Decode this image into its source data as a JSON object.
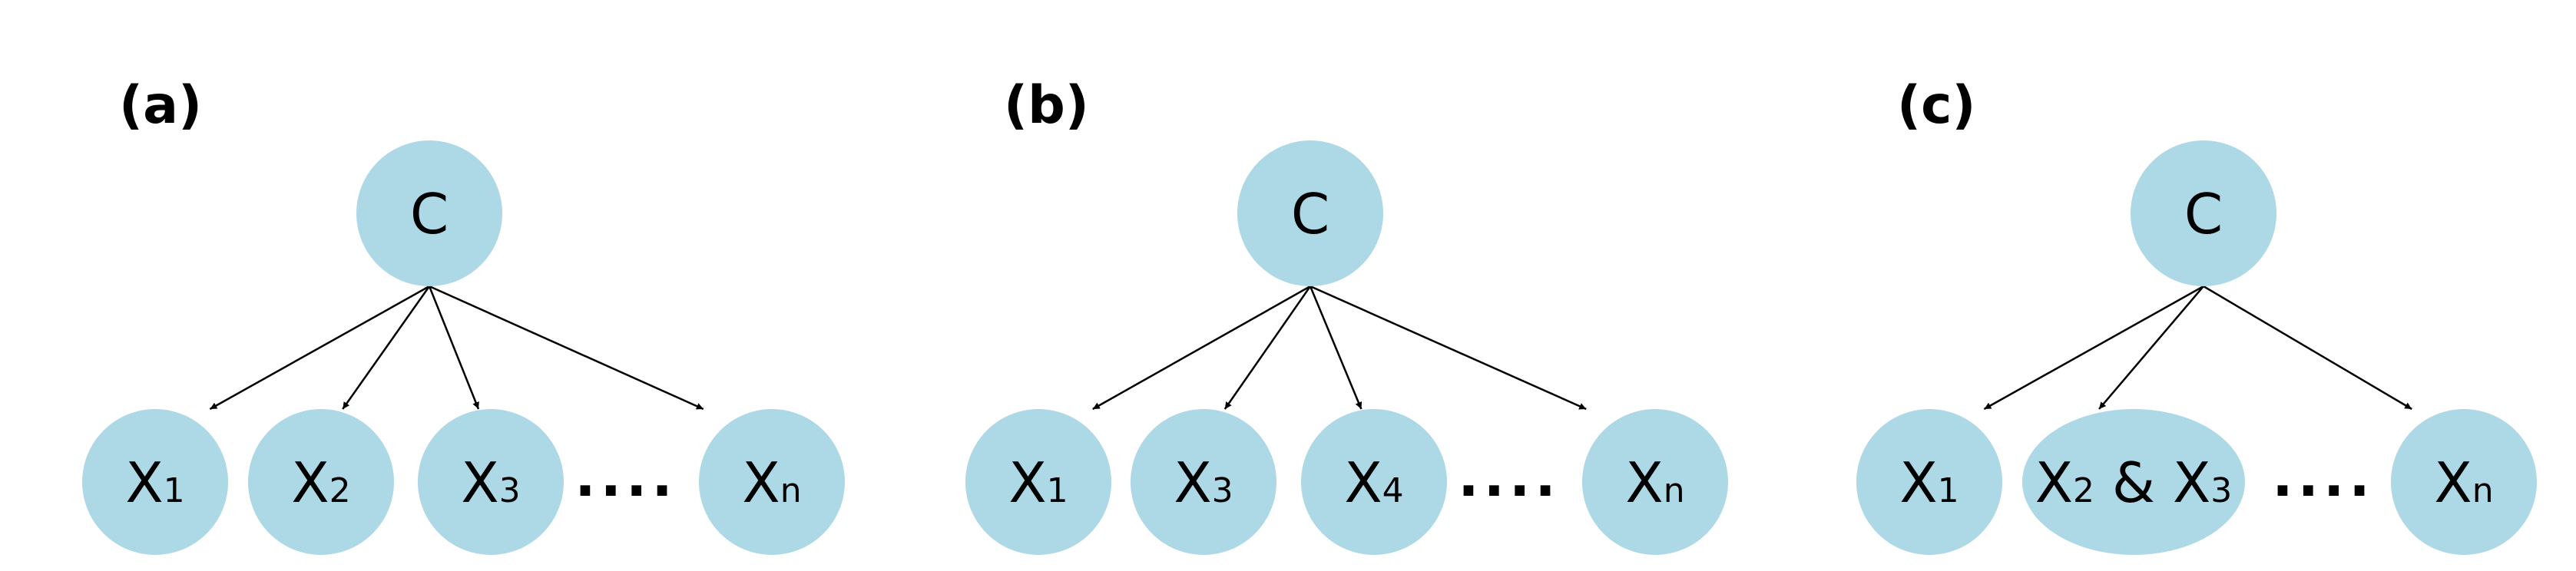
{
  "colors": {
    "node_fill": "#add8e6",
    "edge": "#000000"
  },
  "panels": [
    {
      "label": "(a)",
      "root": {
        "text": "C"
      },
      "children": [
        {
          "main": "X",
          "sub": "1",
          "shape": "circle",
          "connected": true
        },
        {
          "main": "X",
          "sub": "2",
          "shape": "circle",
          "connected": true
        },
        {
          "main": "X",
          "sub": "3",
          "shape": "circle",
          "connected": true
        },
        {
          "main": "X",
          "sub": "n",
          "shape": "circle",
          "connected": true
        }
      ],
      "ellipsis": "...."
    },
    {
      "label": "(b)",
      "root": {
        "text": "C"
      },
      "children": [
        {
          "main": "X",
          "sub": "1",
          "shape": "circle",
          "connected": true
        },
        {
          "main": "X",
          "sub": "3",
          "shape": "circle",
          "connected": true
        },
        {
          "main": "X",
          "sub": "4",
          "shape": "circle",
          "connected": true
        },
        {
          "main": "X",
          "sub": "n",
          "shape": "circle",
          "connected": true
        }
      ],
      "ellipsis": "...."
    },
    {
      "label": "(c)",
      "root": {
        "text": "C"
      },
      "children": [
        {
          "main": "X",
          "sub": "1",
          "shape": "circle",
          "connected": true
        },
        {
          "main": "X",
          "sub": "2",
          "after": " & X",
          "sub2": "3",
          "shape": "ellipse",
          "connected": true
        },
        {
          "main": "X",
          "sub": "n",
          "shape": "circle",
          "connected": true
        }
      ],
      "ellipsis": "...."
    }
  ]
}
